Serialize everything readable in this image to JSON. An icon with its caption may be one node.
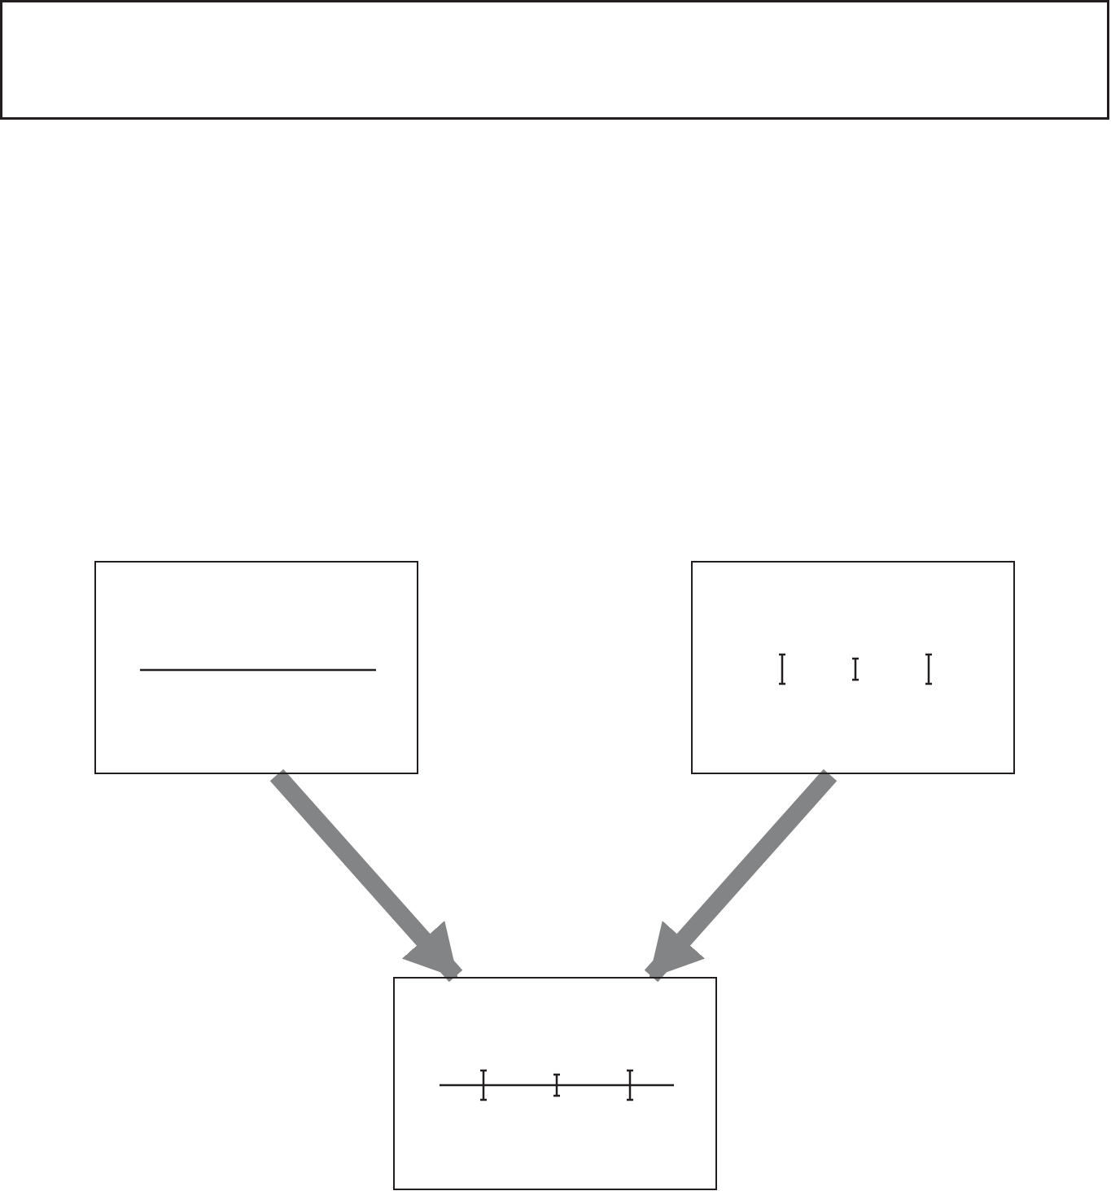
{
  "diagram": {
    "nodes": [
      {
        "text": [],
        "shape": "box"
      },
      {
        "text": [],
        "shape": "box"
      },
      {
        "text": [],
        "shape": "box"
      },
      {
        "text": [],
        "shape": "box"
      }
    ],
    "edges": [
      {
        "from": 1,
        "to": 3,
        "arrow": "to"
      },
      {
        "from": 2,
        "to": 3,
        "arrow": "to"
      }
    ]
  }
}
